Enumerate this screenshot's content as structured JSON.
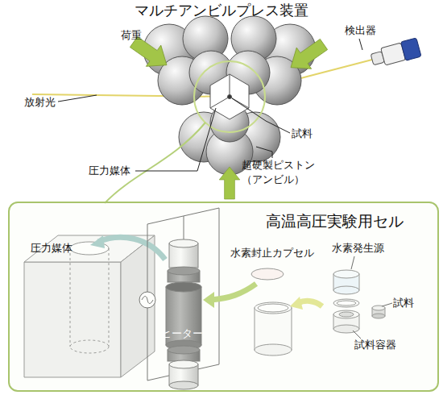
{
  "diagram": {
    "title": "マルチアンビルプレス装置",
    "nodes": [
      {
        "text": [
          "高温高圧実験用セル"
        ]
      }
    ],
    "labels": [
      "荷重",
      "検出器",
      "放射光",
      "試料",
      "圧力媒体",
      "超硬製ピストン （アンビル）",
      "圧力媒体",
      "ヒーター",
      "水素封止カプセル",
      "水素発生源",
      "試料",
      "試料容器"
    ]
  }
}
